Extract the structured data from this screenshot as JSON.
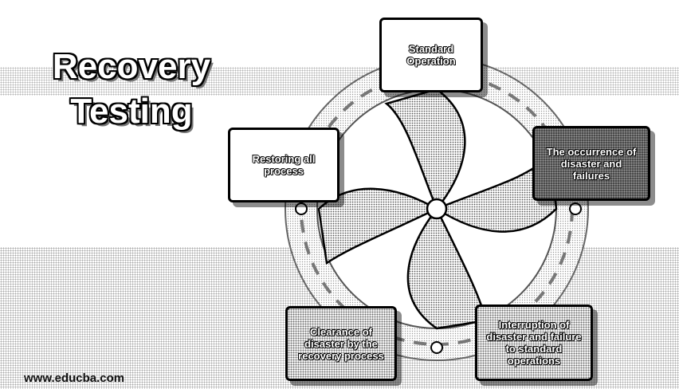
{
  "title": {
    "line1": "Recovery",
    "line2": "Testing"
  },
  "site": "www.educba.com",
  "steps": [
    {
      "label": "Standard Operation"
    },
    {
      "label": "The occurrence of disaster and failures"
    },
    {
      "label": "Interruption of disaster and failure to standard operations"
    },
    {
      "label": "Clearance of disaster by the recovery process"
    },
    {
      "label": "Restoring all process"
    }
  ]
}
